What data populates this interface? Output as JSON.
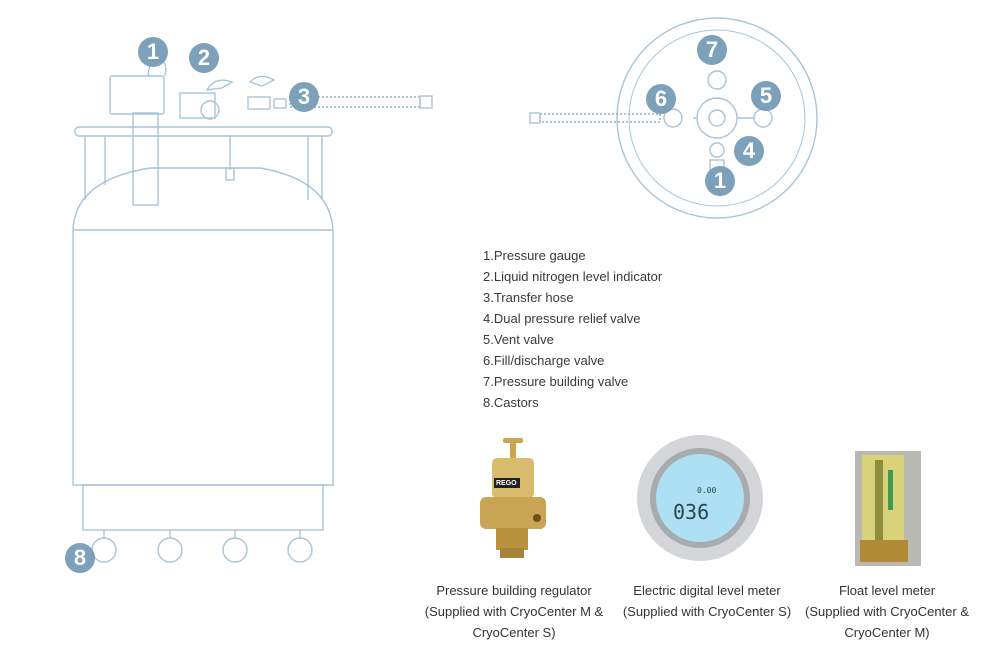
{
  "badges": {
    "b1": "1",
    "b2": "2",
    "b3": "3",
    "b4": "4",
    "b5": "5",
    "b6": "6",
    "b7": "7",
    "b8": "8"
  },
  "legend": [
    "1.Pressure gauge",
    "2.Liquid nitrogen level indicator",
    "3.Transfer hose",
    "4.Dual pressure relief valve",
    "5.Vent valve",
    "6.Fill/discharge valve",
    "7.Pressure building valve",
    "8.Castors"
  ],
  "accessories": [
    {
      "title": "Pressure building regulator",
      "note": "(Supplied with CryoCenter M & CryoCenter S)",
      "brand": "REGO"
    },
    {
      "title": "Electric digital level meter",
      "note": "(Supplied with CryoCenter S)",
      "display": "036",
      "display_small": "0.00"
    },
    {
      "title": "Float level meter",
      "note": "(Supplied with CryoCenter & CryoCenter M)"
    }
  ],
  "colors": {
    "line": "#a9c4d8",
    "badge": "#7399b6"
  }
}
